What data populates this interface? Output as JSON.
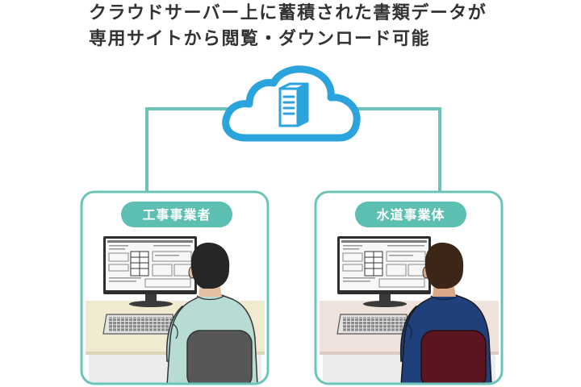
{
  "title": {
    "line1": "クラウドサーバー上に蓄積された書類データが",
    "line2": "専用サイトから閲覧・ダウンロード可能"
  },
  "cloud": {
    "icon": "cloud-server-icon"
  },
  "left_panel": {
    "label": "工事事業者",
    "icon": "person-at-computer-icon"
  },
  "right_panel": {
    "label": "水道事業体",
    "icon": "person-at-computer-icon"
  },
  "colors": {
    "title_text": "#333333",
    "cloud_outline": "#2ba3dc",
    "connector": "#6cc4b8",
    "panel_border": "#6cc4b8",
    "label_bg": "#5dbfb2",
    "label_text": "#ffffff",
    "left_desk": "#efead0",
    "right_desk": "#efe1db",
    "left_shirt": "#b7dcd3",
    "right_shirt": "#1f407a",
    "left_hair": "#262626",
    "right_hair": "#3b2617",
    "left_chair": "#575757",
    "right_chair": "#5a1521"
  }
}
